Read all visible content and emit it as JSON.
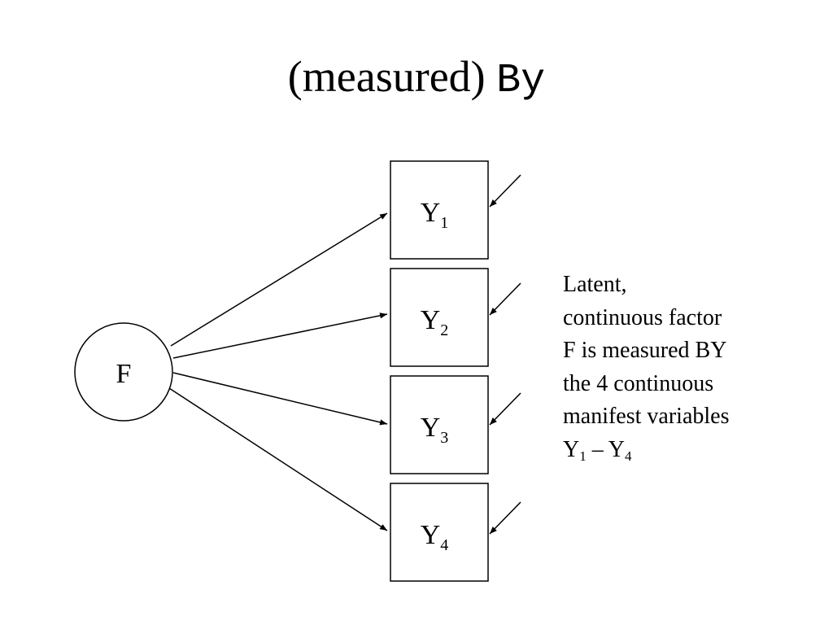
{
  "title": {
    "prefix": "(measured)",
    "keyword": "By"
  },
  "diagram": {
    "factor": {
      "label": "F"
    },
    "indicators": [
      {
        "label": "Y",
        "subscript": "1"
      },
      {
        "label": "Y",
        "subscript": "2"
      },
      {
        "label": "Y",
        "subscript": "3"
      },
      {
        "label": "Y",
        "subscript": "4"
      }
    ]
  },
  "description": {
    "lines": [
      "Latent,",
      "continuous factor",
      "F is measured BY",
      "the 4 continuous",
      "manifest variables"
    ],
    "range": {
      "from_label": "Y",
      "from_sub": "1",
      "dash": "–",
      "to_label": "Y",
      "to_sub": "4"
    }
  },
  "colors": {
    "ink": "#000000",
    "background": "#ffffff"
  }
}
